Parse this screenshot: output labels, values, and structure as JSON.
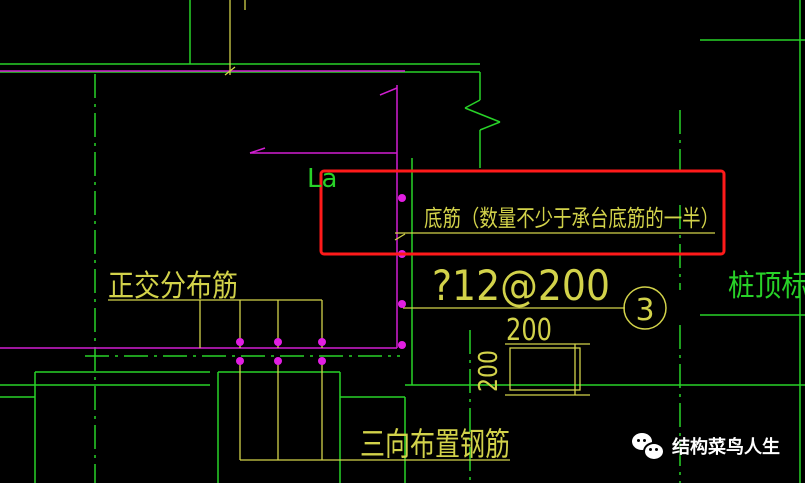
{
  "labels": {
    "la": "La",
    "bottom_bar": "底筋（数量不少于承台底筋的一半）",
    "orthogonal": "正交分布筋",
    "rebar_spec": "?12@200",
    "circle_num": "3",
    "dim_horizontal": "200",
    "dim_vertical": "200",
    "three_way": "三向布置钢筋",
    "pile_top": "桩顶标"
  },
  "watermark": {
    "text": "结构菜鸟人生",
    "icon": "wechat-icon"
  },
  "colors": {
    "background": "#000000",
    "green": "#28d228",
    "magenta": "#d21ed2",
    "yellow": "#d2d24a",
    "white": "#e6e6e6",
    "highlight": "#ff1a1a"
  }
}
